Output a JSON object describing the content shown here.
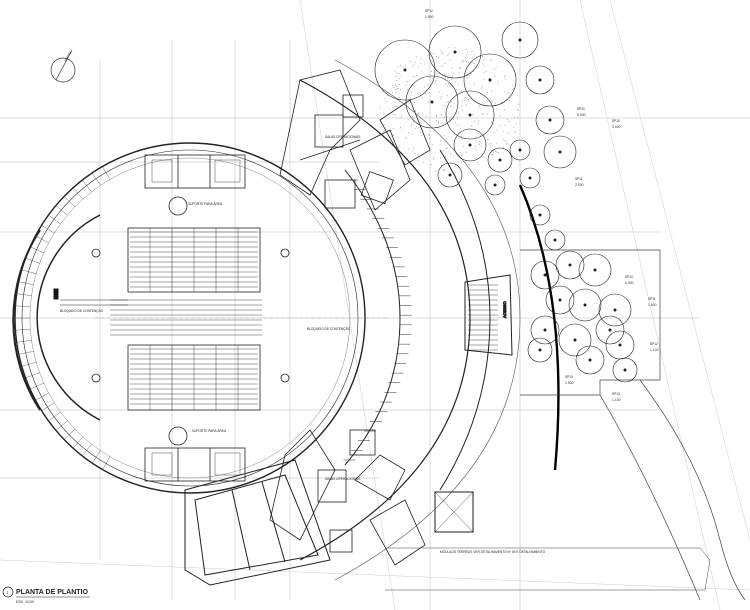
{
  "drawing": {
    "title": "PLANTA DE PLANTIO",
    "number": "1",
    "scale": "ESC. 1/100",
    "north_label": "NORTE",
    "stage_label": "BLOQUEIO DE CONTENÇÃO",
    "left_label": "BLOQUEIO DE CONTENÇÃO",
    "note_bottom": "MÓDULOS TÉRREOS  VER DETALHAMENTO Nº 09 E DETALHAMENTO",
    "ramp_label": "ACESSO",
    "rooms": {
      "top_room": "SALAS OPERACIONAIS",
      "bottom_room": "SALAS OPERACIONAIS",
      "top_stage": "SUPORTE PARA ÁREA",
      "bottom_stage": "SUPORTE PARA ÁREA"
    },
    "tree_labels": [
      {
        "code": "SP12",
        "dim": "1.500"
      },
      {
        "code": "SP10",
        "dim": "5.000"
      },
      {
        "code": "SP11",
        "dim": "2.000"
      },
      {
        "code": "SP10",
        "dim": "3.000"
      },
      {
        "code": "SP13",
        "dim": "4.000"
      },
      {
        "code": "SP11",
        "dim": "1.600"
      },
      {
        "code": "SP12",
        "dim": "1.100"
      },
      {
        "code": "SP13",
        "dim": "1.100"
      },
      {
        "code": "SP10",
        "dim": "1.500"
      }
    ]
  }
}
